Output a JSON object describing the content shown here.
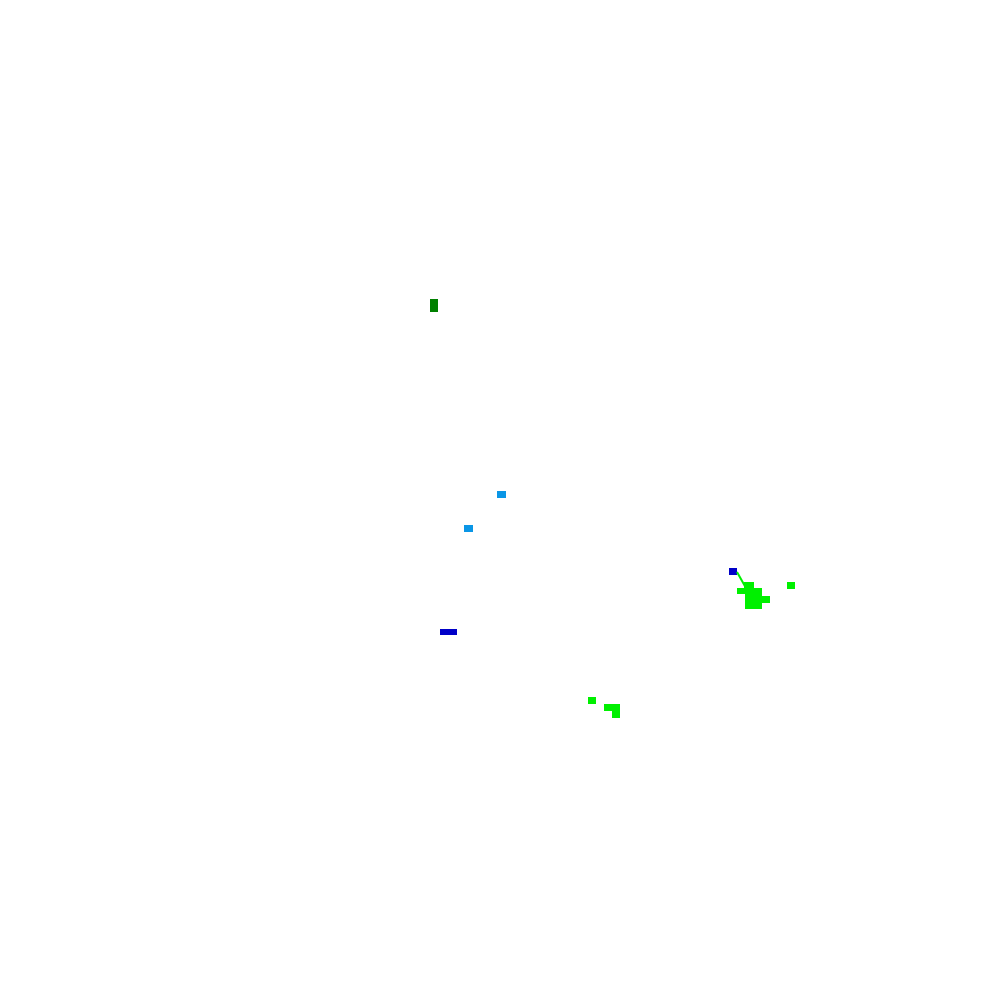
{
  "palette": {
    "background": "#ffffff",
    "dark_green": "#008000",
    "light_blue": "#0a96e6",
    "dark_blue": "#0000c8",
    "bright_green": "#00f000"
  },
  "entities": [
    {
      "name": "dark-green-marker",
      "color": "dark_green"
    },
    {
      "name": "light-blue-marker-1",
      "color": "light_blue"
    },
    {
      "name": "light-blue-marker-2",
      "color": "light_blue"
    },
    {
      "name": "dark-blue-bar",
      "color": "dark_blue"
    },
    {
      "name": "dark-blue-marker",
      "color": "dark_blue"
    },
    {
      "name": "green-cluster-main",
      "color": "bright_green"
    },
    {
      "name": "green-cluster-small",
      "color": "bright_green"
    }
  ]
}
